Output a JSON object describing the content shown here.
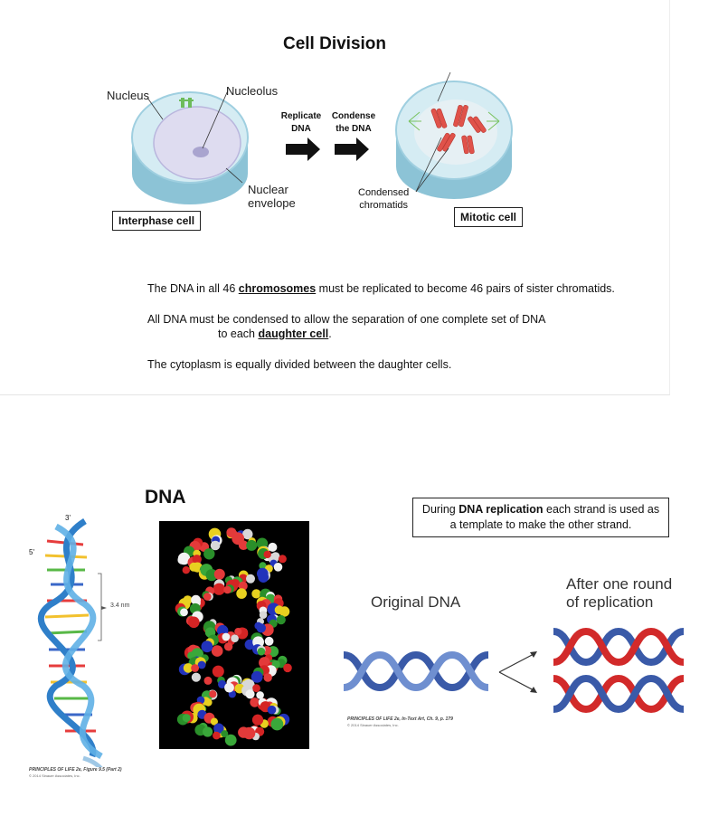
{
  "slide1": {
    "title": "Cell Division",
    "labels": {
      "nucleus": "Nucleus",
      "nucleolus": "Nucleolus",
      "nuclear_envelope_1": "Nuclear",
      "nuclear_envelope_2": "envelope",
      "replicate_1": "Replicate",
      "replicate_2": "DNA",
      "condense_1": "Condense",
      "condense_2": "the DNA",
      "condensed_1": "Condensed",
      "condensed_2": "chromatids",
      "interphase": "Interphase cell",
      "mitotic": "Mitotic cell"
    },
    "para1_pre": "The DNA in all 46 ",
    "para1_link": "chromosomes",
    "para1_post": " must be replicated to become 46 pairs of sister chromatids.",
    "para2_line1": "All DNA must be condensed to allow the separation of one complete set of DNA",
    "para2_pre": "to each ",
    "para2_link": "daughter cell",
    "para2_post": ".",
    "para3": "The cytoplasm is equally divided between the daughter cells."
  },
  "slide2": {
    "title": "DNA",
    "note_pre": "During ",
    "note_bold": "DNA replication",
    "note_post": " each strand is used as a template to make the other strand.",
    "helix_label_3": "3'",
    "helix_label_5": "5'",
    "helix_measure": "3.4 nm",
    "credit_left_1": "PRINCIPLES OF LIFE 2e, Figure 9.5 (Part 2)",
    "credit_left_2": "© 2014 Sinauer Associates, Inc.",
    "original_dna": "Original DNA",
    "after_1": "After one round",
    "after_2": "of replication",
    "credit_mid_1": "PRINCIPLES OF LIFE 2e, In-Text Art, Ch. 9, p. 179",
    "credit_mid_2": "© 2014 Sinauer Associates, Inc."
  },
  "colors": {
    "cell_blue": "#cde6ef",
    "nucleus_lilac": "#dcdcef",
    "chromosome_red": "#e0524a",
    "strand_blue": "#3a5aa8",
    "strand_red": "#d22a2a"
  }
}
